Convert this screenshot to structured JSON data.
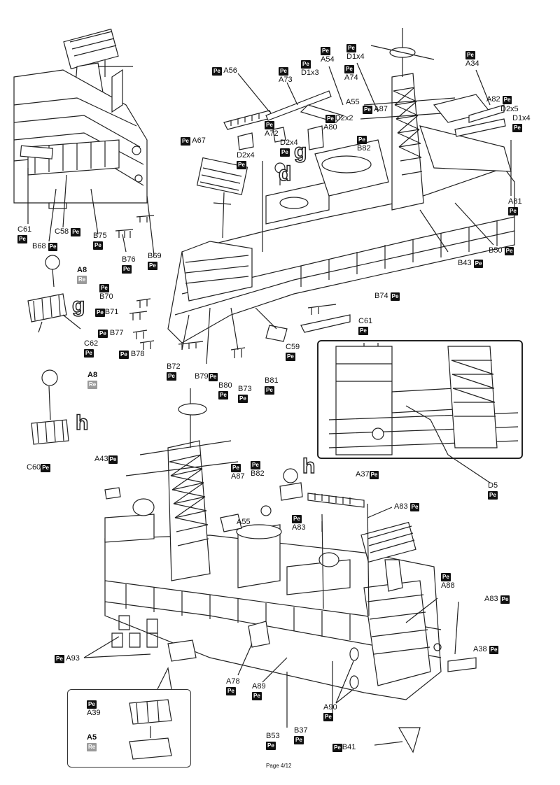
{
  "page_number": "Page 4/12",
  "badge_colors": {
    "photo_etch": "#111111",
    "resin": "#9a9a9a"
  },
  "step_letters": {
    "g1": "g",
    "g2": "g",
    "d": "d",
    "h1": "h",
    "h2": "h"
  },
  "badges": {
    "pe": "Pe",
    "re": "Re"
  },
  "parts": {
    "a56": "A56",
    "a73": "A73",
    "d1x3": "D1x3",
    "a54": "A54",
    "d1x4a": "D1x4",
    "a74": "A74",
    "a34": "A34",
    "a82": "A82",
    "d2x5": "D2x5",
    "d1x4b": "D1x4",
    "a55a": "A55",
    "a87a": "A87",
    "d2x2": "D2x2",
    "a80": "A80",
    "b82a": "B82",
    "a72": "A72",
    "d2x4a": "D2x4",
    "a67": "A67",
    "d2x4b": "D2x4",
    "a81": "A81",
    "b43": "B43",
    "b50": "B50",
    "c61a": "C61",
    "c58": "C58",
    "b68": "B68",
    "b75": "B75",
    "b76": "B76",
    "b69": "B69",
    "a8a": "A8",
    "b70": "B70",
    "b71": "B71",
    "b77": "B77",
    "c62": "C62",
    "b78": "B78",
    "b74": "B74",
    "c61b": "C61",
    "c59": "C59",
    "b72": "B72",
    "b79": "B79",
    "b80": "B80",
    "b73": "B73",
    "b81": "B81",
    "d5": "D5",
    "a8b": "A8",
    "c60": "C60",
    "a43": "A43",
    "a87b": "A87",
    "b82b": "B82",
    "a55b": "A55",
    "a37": "A37",
    "a83a": "A83",
    "a83b": "A83",
    "a88": "A88",
    "a83c": "A83",
    "a93": "A93",
    "a38": "A38",
    "a39": "A39",
    "a5": "A5",
    "a78": "A78",
    "a89": "A89",
    "a90": "A90",
    "b53": "B53",
    "b37": "B37",
    "b41": "B41"
  }
}
